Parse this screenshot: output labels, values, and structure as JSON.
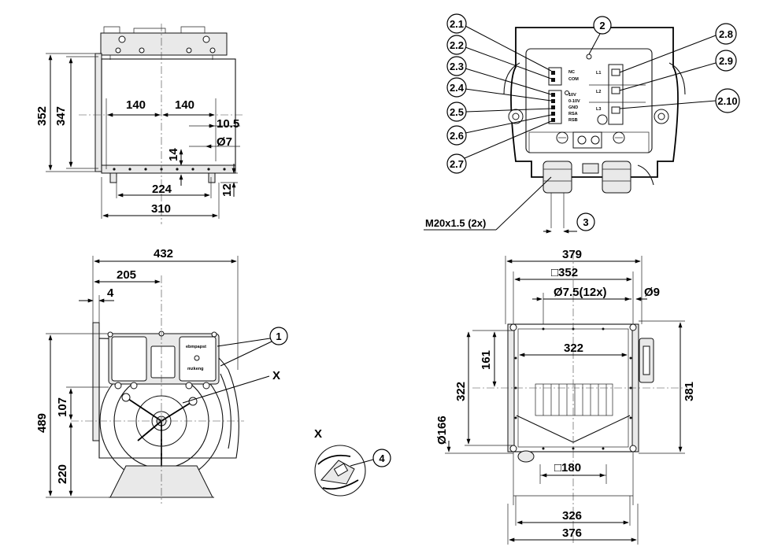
{
  "views": {
    "side_top": {
      "dim_height_outer": "352",
      "dim_height_inner": "347",
      "dim_140_left": "140",
      "dim_140_right": "140",
      "dim_10_5": "10.5",
      "dim_hole": "Ø7",
      "dim_14": "14",
      "dim_224": "224",
      "dim_12": "12",
      "dim_310": "310"
    },
    "terminal_detail": {
      "callouts": [
        "2.1",
        "2.2",
        "2.3",
        "2.4",
        "2.5",
        "2.6",
        "2.7",
        "2",
        "2.8",
        "2.9",
        "2.10"
      ],
      "gland_label": "M20x1.5 (2x)",
      "callout_3": "3",
      "terminal_labels": [
        "NC",
        "COM",
        "10V",
        "0-10V",
        "GND",
        "RSA",
        "RSB",
        "L1",
        "L2",
        "L3"
      ]
    },
    "front": {
      "dim_432": "432",
      "dim_205": "205",
      "dim_4": "4",
      "dim_489": "489",
      "dim_107": "107",
      "dim_220": "220",
      "callout_1": "1",
      "label_x": "X",
      "nameplate_text": [
        "ebmpapst",
        "mzkeng"
      ]
    },
    "detail_x": {
      "label_x": "X",
      "callout_4": "4"
    },
    "inlet": {
      "dim_379": "379",
      "dim_sq352": "□352",
      "dim_holes": "Ø7.5(12x)",
      "dim_9": "Ø9",
      "dim_322_h": "322",
      "dim_161": "161",
      "dim_322_v": "322",
      "dim_381": "381",
      "dim_166": "Ø166",
      "dim_sq180": "□180",
      "dim_326": "326",
      "dim_376": "376"
    }
  }
}
